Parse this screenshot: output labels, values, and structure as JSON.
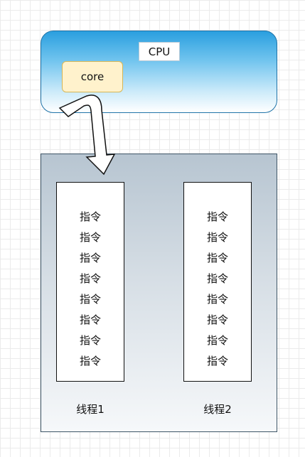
{
  "cpu": {
    "label": "CPU",
    "core_label": "core"
  },
  "threads": [
    {
      "label": "线程1",
      "instructions": [
        "指令",
        "指令",
        "指令",
        "指令",
        "指令",
        "指令",
        "指令",
        "指令"
      ]
    },
    {
      "label": "线程2",
      "instructions": [
        "指令",
        "指令",
        "指令",
        "指令",
        "指令",
        "指令",
        "指令",
        "指令"
      ]
    }
  ],
  "colors": {
    "cpu_gradient_top": "#2a9fdf",
    "cpu_border": "#1f73a8",
    "core_fill": "#fff2cc",
    "core_border": "#d6b656",
    "memory_gradient_top": "#b7c5d1",
    "memory_border": "#3f5667"
  }
}
